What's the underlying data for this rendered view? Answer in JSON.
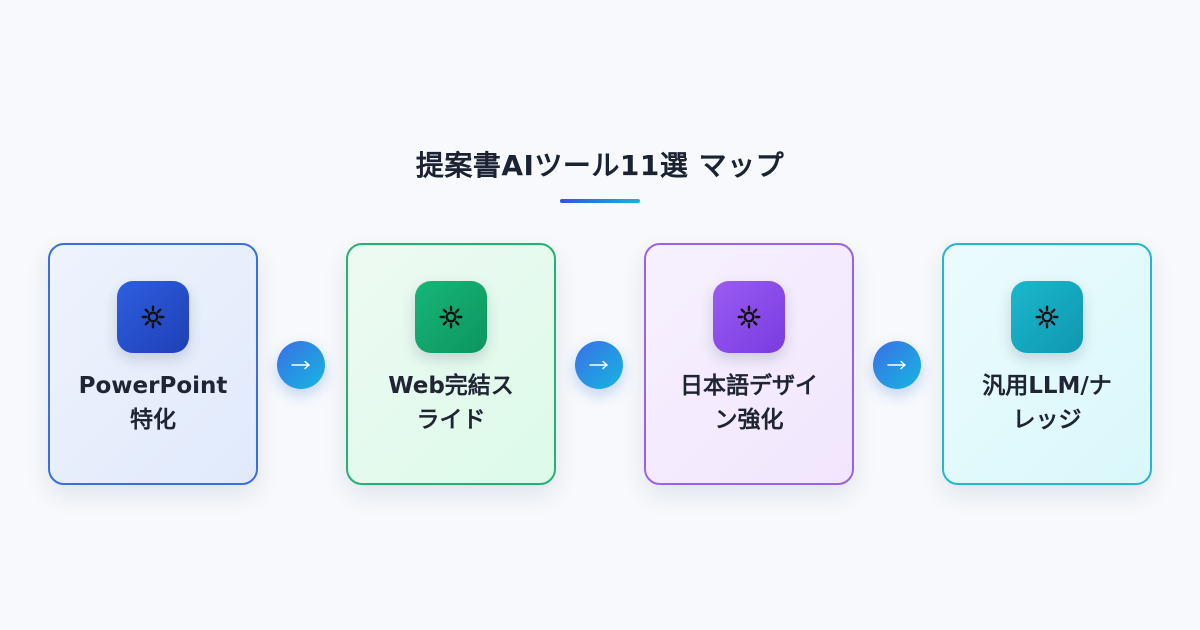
{
  "title": "提案書AIツール11選 マップ",
  "colors": {
    "accent_blue": "#3b6fdc",
    "accent_green": "#22b274",
    "accent_purple": "#9b62e6",
    "accent_cyan": "#1fb8cf"
  },
  "cards": [
    {
      "line1": "PowerPoint",
      "line2": "特化",
      "icon": "gear-icon"
    },
    {
      "line1": "Web完結ス",
      "line2": "ライド",
      "icon": "gear-icon"
    },
    {
      "line1": "日本語デザイ",
      "line2": "ン強化",
      "icon": "gear-icon"
    },
    {
      "line1": "汎用LLM/ナ",
      "line2": "レッジ",
      "icon": "gear-icon"
    }
  ],
  "arrows": [
    {
      "icon": "arrow-right-icon"
    },
    {
      "icon": "arrow-right-icon"
    },
    {
      "icon": "arrow-right-icon"
    }
  ]
}
